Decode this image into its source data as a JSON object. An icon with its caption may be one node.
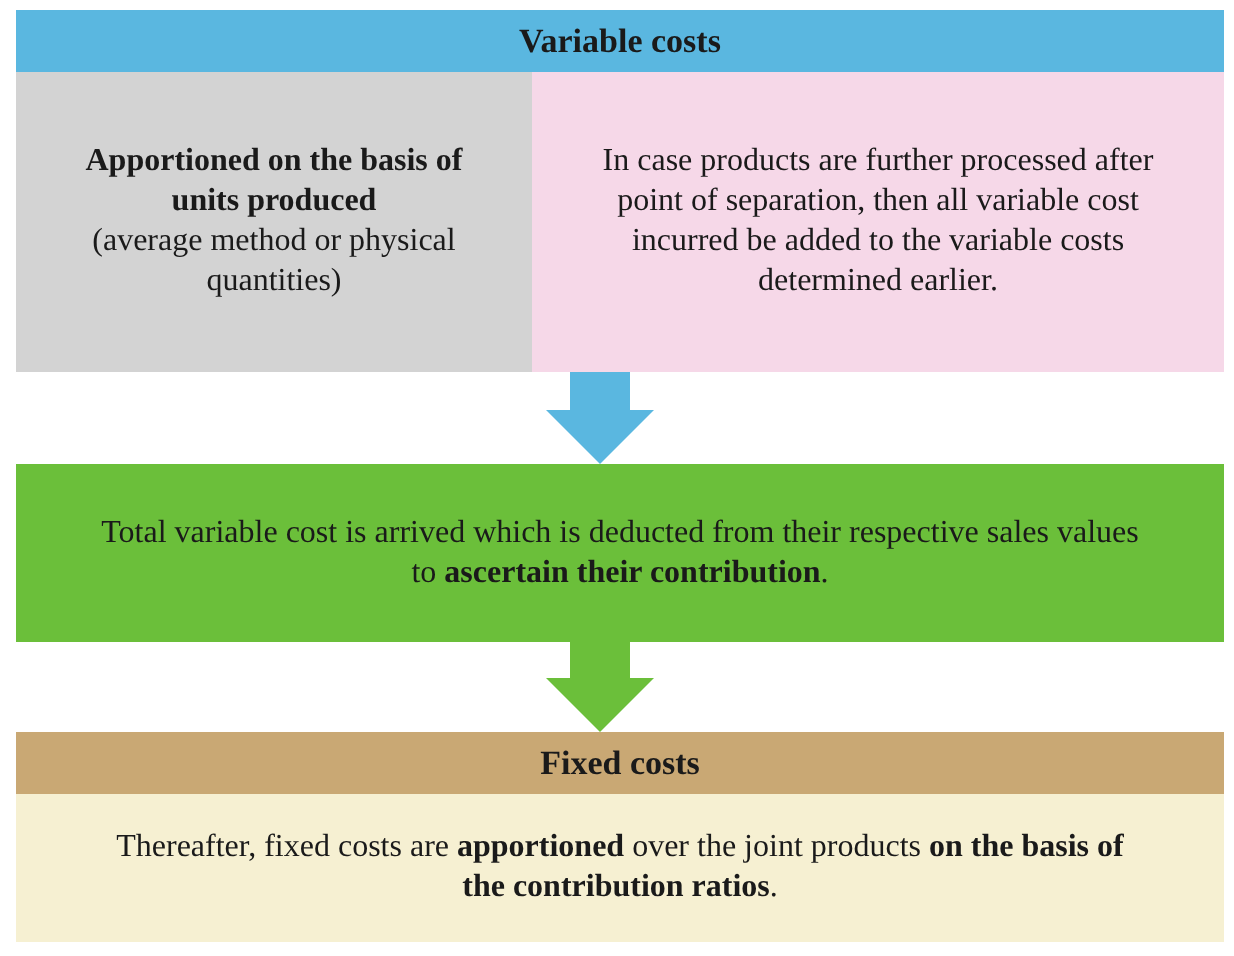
{
  "diagram": {
    "nodes": [
      {
        "text": [
          "Variable costs"
        ]
      },
      {
        "text": [
          "Apportioned on the basis of units produced",
          "(average method or physical quantities)"
        ]
      },
      {
        "text": [
          "In case products are further processed after point of separation, then all variable cost incurred be added to the variable costs determined earlier."
        ]
      },
      {
        "text": [
          "Total variable cost is arrived which is deducted from their respective sales values to **ascertain their contribution**."
        ]
      },
      {
        "text": [
          "Fixed costs"
        ]
      },
      {
        "text": [
          "Thereafter, fixed costs are **apportioned** over the joint products **on the basis of the contribution ratios**."
        ]
      }
    ],
    "edges": [
      {
        "from": 2,
        "to": 3,
        "arrow": "to",
        "color": "#5ab7e0"
      },
      {
        "from": 3,
        "to": 4,
        "arrow": "to",
        "color": "#6bbf3a"
      }
    ]
  }
}
